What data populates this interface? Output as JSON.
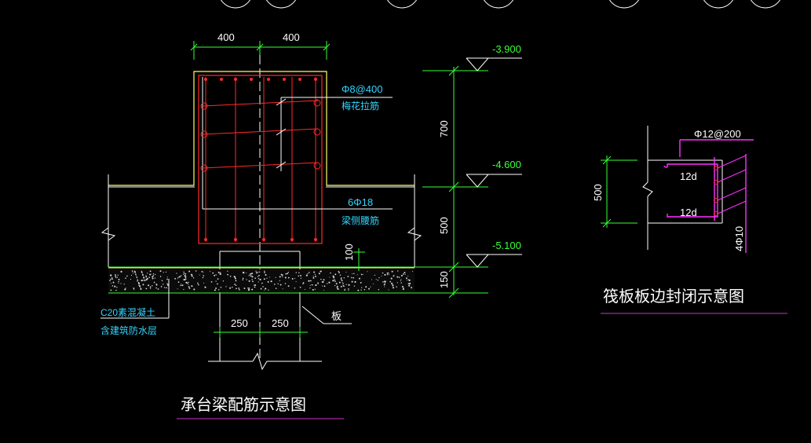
{
  "colors": {
    "background": "#000000",
    "dimension": "#39ff39",
    "section_outline": "#ffffff",
    "beam_outline": "#ffff66",
    "rebar": "#ff2a2a",
    "annotation": "#33d6ff",
    "title_underline": "#cc33cc",
    "raft_rebar": "#ff33ff"
  },
  "main_section": {
    "dim_top_left": "400",
    "dim_top_right": "400",
    "stirrup_spec": "Φ8@400",
    "stirrup_note": "梅花拉筋",
    "waist_rebar_spec": "6Φ18",
    "waist_rebar_note": "梁侧腰筋",
    "gap_dim": "100",
    "pile_dim_left": "250",
    "pile_dim_right": "250",
    "slab_label": "板",
    "layer_note_1": "C20素混凝土",
    "layer_note_2": "含建筑防水层",
    "title": "承台梁配筋示意图"
  },
  "elevation_marks": [
    "-3.900",
    "-4.600",
    "-5.100"
  ],
  "vertical_dims": [
    "700",
    "500",
    "150"
  ],
  "raft_detail": {
    "rebar_spec": "Φ12@200",
    "anchor_top": "12d",
    "anchor_bottom": "12d",
    "height_dim": "500",
    "side_rebar": "4Φ10",
    "title": "筏板板边封闭示意图"
  }
}
